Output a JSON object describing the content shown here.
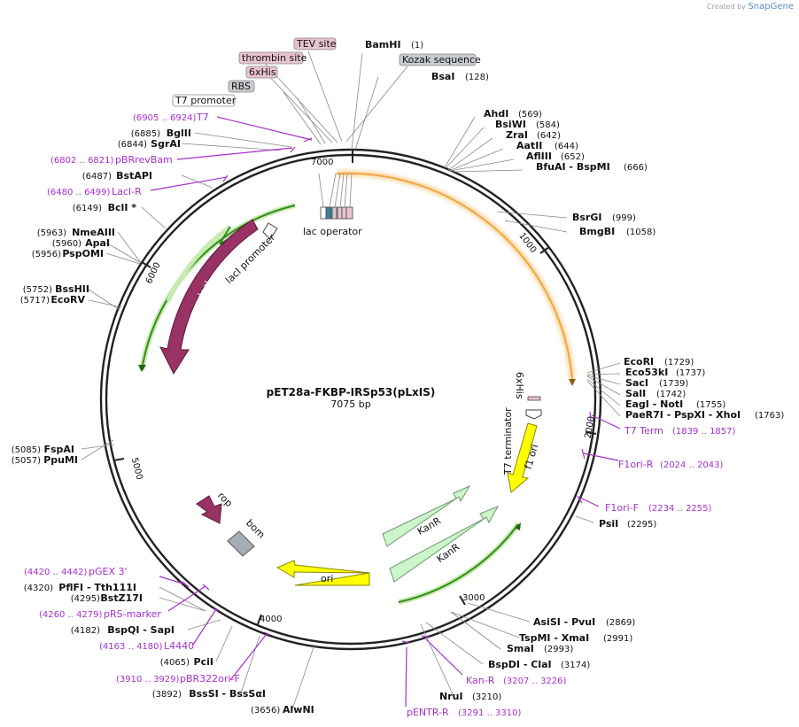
{
  "credit": {
    "prefix": "Created by",
    "brand": "SnapGene"
  },
  "plasmid": {
    "name": "pET28a-FKBP-IRSp53(pLxIS)",
    "length": "7075 bp",
    "bp": 7075
  },
  "ticks": [
    "1000",
    "2000",
    "3000",
    "4000",
    "5000",
    "6000",
    "7000"
  ],
  "sites": [
    {
      "name": "BamHI",
      "pos": "(1)",
      "bp": 1
    },
    {
      "name": "BsaI",
      "pos": "(128)",
      "bp": 128
    },
    {
      "name": "AhdI",
      "pos": "(569)",
      "bp": 569
    },
    {
      "name": "BsiWI",
      "pos": "(584)",
      "bp": 584
    },
    {
      "name": "ZraI",
      "pos": "(642)",
      "bp": 642
    },
    {
      "name": "AatII",
      "pos": "(644)",
      "bp": 644
    },
    {
      "name": "AflIII",
      "pos": "(652)",
      "bp": 652
    },
    {
      "name": "BfuAI - BspMI",
      "pos": "(666)",
      "bp": 666
    },
    {
      "name": "BsrGI",
      "pos": "(999)",
      "bp": 999
    },
    {
      "name": "BmgBI",
      "pos": "(1058)",
      "bp": 1058
    },
    {
      "name": "EcoRI",
      "pos": "(1729)",
      "bp": 1729
    },
    {
      "name": "Eco53kI",
      "pos": "(1737)",
      "bp": 1737
    },
    {
      "name": "SacI",
      "pos": "(1739)",
      "bp": 1739
    },
    {
      "name": "SalI",
      "pos": "(1742)",
      "bp": 1742
    },
    {
      "name": "EagI - NotI",
      "pos": "(1755)",
      "bp": 1755
    },
    {
      "name": "PaeR7I - PspXI - XhoI",
      "pos": "(1763)",
      "bp": 1763
    },
    {
      "name": "PsiI",
      "pos": "(2295)",
      "bp": 2295
    },
    {
      "name": "AsiSI - PvuI",
      "pos": "(2869)",
      "bp": 2869
    },
    {
      "name": "TspMI - XmaI",
      "pos": "(2991)",
      "bp": 2991
    },
    {
      "name": "SmaI",
      "pos": "(2993)",
      "bp": 2993
    },
    {
      "name": "BspDI - ClaI",
      "pos": "(3174)",
      "bp": 3174
    },
    {
      "name": "NruI",
      "pos": "(3210)",
      "bp": 3210
    },
    {
      "name": "AlwNI",
      "pos": "(3656)",
      "bp": 3656
    },
    {
      "name": "BssSI - BssSαI",
      "pos": "(3892)",
      "bp": 3892
    },
    {
      "name": "PciI",
      "pos": "(4065)",
      "bp": 4065
    },
    {
      "name": "BspQI - SapI",
      "pos": "(4182)",
      "bp": 4182
    },
    {
      "name": "BstZ17I",
      "pos": "(4295)",
      "bp": 4295
    },
    {
      "name": "PflFI - Tth111I",
      "pos": "(4320)",
      "bp": 4320
    },
    {
      "name": "PpuMI",
      "pos": "(5057)",
      "bp": 5057
    },
    {
      "name": "FspAI",
      "pos": "(5085)",
      "bp": 5085
    },
    {
      "name": "EcoRV",
      "pos": "(5717)",
      "bp": 5717
    },
    {
      "name": "BssHII",
      "pos": "(5752)",
      "bp": 5752
    },
    {
      "name": "PspOMI",
      "pos": "(5956)",
      "bp": 5956
    },
    {
      "name": "ApaI",
      "pos": "(5960)",
      "bp": 5960
    },
    {
      "name": "NmeAIII",
      "pos": "(5963)",
      "bp": 5963
    },
    {
      "name": "BclI *",
      "pos": "(6149)",
      "bp": 6149
    },
    {
      "name": "BstAPI",
      "pos": "(6487)",
      "bp": 6487
    },
    {
      "name": "SgrAI",
      "pos": "(6844)",
      "bp": 6844
    },
    {
      "name": "BglII",
      "pos": "(6885)",
      "bp": 6885
    }
  ],
  "primers": [
    {
      "name": "T7",
      "pos": "(6905 .. 6924)",
      "bp": 6914
    },
    {
      "name": "pBRrevBam",
      "pos": "(6802 .. 6821)",
      "bp": 6811
    },
    {
      "name": "LacI-R",
      "pos": "(6480 .. 6499)",
      "bp": 6489
    },
    {
      "name": "T7 Term",
      "pos": "(1839 .. 1857)",
      "bp": 1848
    },
    {
      "name": "F1ori-R",
      "pos": "(2024 .. 2043)",
      "bp": 2033
    },
    {
      "name": "F1ori-F",
      "pos": "(2234 .. 2255)",
      "bp": 2244
    },
    {
      "name": "Kan-R",
      "pos": "(3207 .. 3226)",
      "bp": 3216
    },
    {
      "name": "pENTR-R",
      "pos": "(3291 .. 3310)",
      "bp": 3300
    },
    {
      "name": "pBR322ori-F",
      "pos": "(3910 .. 3929)",
      "bp": 3919
    },
    {
      "name": "L4440",
      "pos": "(4163 .. 4180)",
      "bp": 4171
    },
    {
      "name": "pRS-marker",
      "pos": "(4260 .. 4279)",
      "bp": 4269
    },
    {
      "name": "pGEX 3'",
      "pos": "(4420 .. 4442)",
      "bp": 4431
    }
  ],
  "tags": [
    {
      "name": "TEV site",
      "color": "#e8c3cf"
    },
    {
      "name": "thrombin site",
      "color": "#e8c3cf"
    },
    {
      "name": "6xHis",
      "color": "#e8c3cf"
    },
    {
      "name": "RBS",
      "color": "#c9ccd0"
    },
    {
      "name": "T7 promoter",
      "color": "#ffffff"
    },
    {
      "name": "Kozak sequence",
      "color": "#c9ccd0"
    }
  ],
  "features": [
    {
      "name": "lacI",
      "color": "#993366"
    },
    {
      "name": "lacI promoter",
      "color": "#ffffff"
    },
    {
      "name": "lac operator",
      "color": "#ffffff"
    },
    {
      "name": "KanR",
      "color": "#ccf5cc"
    },
    {
      "name": "KanR",
      "color": "#ccf5cc"
    },
    {
      "name": "ori",
      "color": "#ffff00"
    },
    {
      "name": "f1 ori",
      "color": "#ffff00"
    },
    {
      "name": "T7 terminator",
      "color": "#ffffff"
    },
    {
      "name": "6xHis",
      "color": "#e8c3cf"
    },
    {
      "name": "rop",
      "color": "#993366"
    },
    {
      "name": "bom",
      "color": "#a6acb3"
    }
  ],
  "colors": {
    "backbone": "#222222",
    "primer": "#a630c9",
    "orf_green": "#338c1a",
    "orf_orange": "#f2a640",
    "leader": "#888888"
  }
}
